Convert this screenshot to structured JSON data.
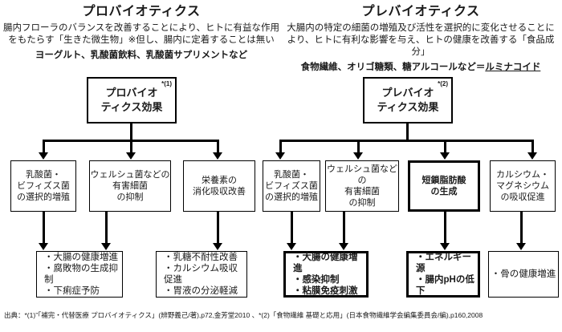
{
  "columns": [
    {
      "id": "probiotics",
      "title": "プロバイオティクス",
      "description": "腸内フローラのバランスを改善することにより、ヒトに有益な作用\nをもたらす「生きた微生物」※但し、腸内に定着することは無い",
      "examples": "ヨーグルト、乳酸菌飲料、乳酸菌サプリメントなど",
      "examples_underlined": "",
      "root": {
        "label": "プロバイオ\nティクス効果",
        "footnote": "*(1)"
      },
      "middle": [
        {
          "label": "乳酸菌・\nビフィズス菌\nの選択的増殖",
          "emphasis": false
        },
        {
          "label": "ウェルシュ菌などの\n有害細菌\nの抑制",
          "emphasis": false
        },
        {
          "label": "栄養素の\n消化吸収改善",
          "emphasis": false
        }
      ],
      "leaves": [
        {
          "label": "・大腸の健康増進\n・腐敗物の生成抑制\n・下痢症予防",
          "emphasis": false
        },
        {
          "label": "・乳糖不耐性改善\n・カルシウム吸収促進\n・胃液の分泌軽減",
          "emphasis": false
        }
      ]
    },
    {
      "id": "prebiotics",
      "title": "プレバイオティクス",
      "description": "大腸内の特定の細菌の増殖及び活性を選択的に変化させることに\nより、ヒトに有利な影響を与え、ヒトの健康を改善する「食品成分」",
      "examples": "食物繊維、オリゴ糖類、糖アルコールなど＝",
      "examples_underlined": "ルミナコイド",
      "root": {
        "label": "プレバイオ\nティクス効果",
        "footnote": "*(2)"
      },
      "middle": [
        {
          "label": "乳酸菌・\nビフィズス菌\nの選択的増殖",
          "emphasis": false
        },
        {
          "label": "ウェルシュ菌などの\n有害細菌\nの抑制",
          "emphasis": false
        },
        {
          "label": "短鎖脂肪酸\nの生成",
          "emphasis": true
        },
        {
          "label": "カルシウム・\nマグネシウム\nの吸収促進",
          "emphasis": false
        }
      ],
      "leaves": [
        {
          "label": "・大腸の健康増進\n・感染抑制\n・粘膜免疫刺激",
          "emphasis": true
        },
        {
          "label": "・エネルギー源\n・腸内pHの低下",
          "emphasis": true
        },
        {
          "label": "・骨の健康増進",
          "emphasis": false
        }
      ]
    }
  ],
  "footer": {
    "citation": "出典：*(1)”「補完・代替医療 プロバイオティクス」(辨野義己/著),p72,金芳堂2010 、*(2)「食物繊維 基礎と応用」(日本食物繊維学会編集委員会/編),p160,2008"
  }
}
